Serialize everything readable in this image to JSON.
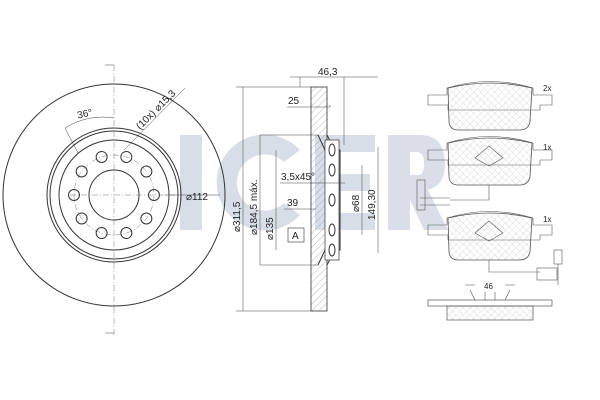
{
  "logo": {
    "text": "ICER",
    "color": "#cfd6e3"
  },
  "disc_front": {
    "angle_label": "36°",
    "holes_label": "(10x) ⌀15,3",
    "bolt_circle_label": "⌀112"
  },
  "disc_side": {
    "thickness_label": "46,3",
    "offset_label": "25",
    "outer_diameter_label": "⌀311,5",
    "max_diameter_label": "⌀184,5 máx.",
    "hub_diameter_label": "⌀135",
    "chamfer_label": "3,5x45°",
    "height_label": "39",
    "bore_label": "⌀68",
    "pcd_label": "149,30",
    "section_label": "A"
  },
  "pads": {
    "qty_1": "2x",
    "qty_2": "1x",
    "qty_3": "1x",
    "width_label": "46"
  }
}
